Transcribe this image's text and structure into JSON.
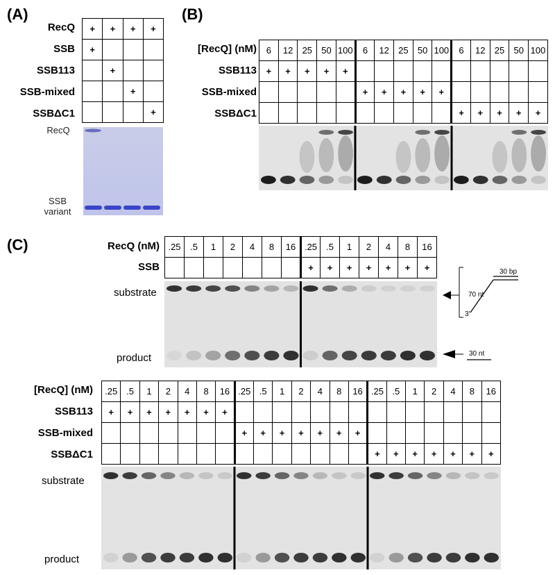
{
  "panels": {
    "A": {
      "label": "(A)",
      "rows": [
        "RecQ",
        "SSB",
        "SSB113",
        "SSB-mixed",
        "SSBΔC1"
      ],
      "marks": [
        [
          "+",
          "+",
          "+",
          "+"
        ],
        [
          "+",
          "",
          "",
          ""
        ],
        [
          "",
          "+",
          "",
          ""
        ],
        [
          "",
          "",
          "+",
          ""
        ],
        [
          "",
          "",
          "",
          "+"
        ]
      ],
      "gel_labels": {
        "top": "RecQ",
        "bottom": "SSB\nvariant"
      }
    },
    "B": {
      "label": "(B)",
      "header_label": "[RecQ] (nM)",
      "concentrations": [
        "6",
        "12",
        "25",
        "50",
        "100",
        "6",
        "12",
        "25",
        "50",
        "100",
        "6",
        "12",
        "25",
        "50",
        "100"
      ],
      "rows": [
        "SSB113",
        "SSB-mixed",
        "SSBΔC1"
      ]
    },
    "C": {
      "label": "(C)",
      "top": {
        "header_label": "RecQ (nM)",
        "concentrations": [
          ".25",
          ".5",
          "1",
          "2",
          "4",
          "8",
          "16",
          ".25",
          ".5",
          "1",
          "2",
          "4",
          "8",
          "16"
        ],
        "rows": [
          "SSB"
        ],
        "gel_labels": {
          "substrate": "substrate",
          "product": "product"
        },
        "schematic": {
          "bp": "30 bp",
          "nt_top": "70 nt",
          "three_prime": "3'",
          "nt_bottom": "30 nt"
        }
      },
      "bottom": {
        "header_label": "[RecQ] (nM)",
        "concentrations": [
          ".25",
          ".5",
          "1",
          "2",
          "4",
          "8",
          "16",
          ".25",
          ".5",
          "1",
          "2",
          "4",
          "8",
          "16",
          ".25",
          ".5",
          "1",
          "2",
          "4",
          "8",
          "16"
        ],
        "rows": [
          "SSB113",
          "SSB-mixed",
          "SSBΔC1"
        ],
        "gel_labels": {
          "substrate": "substrate",
          "product": "product"
        }
      }
    }
  }
}
